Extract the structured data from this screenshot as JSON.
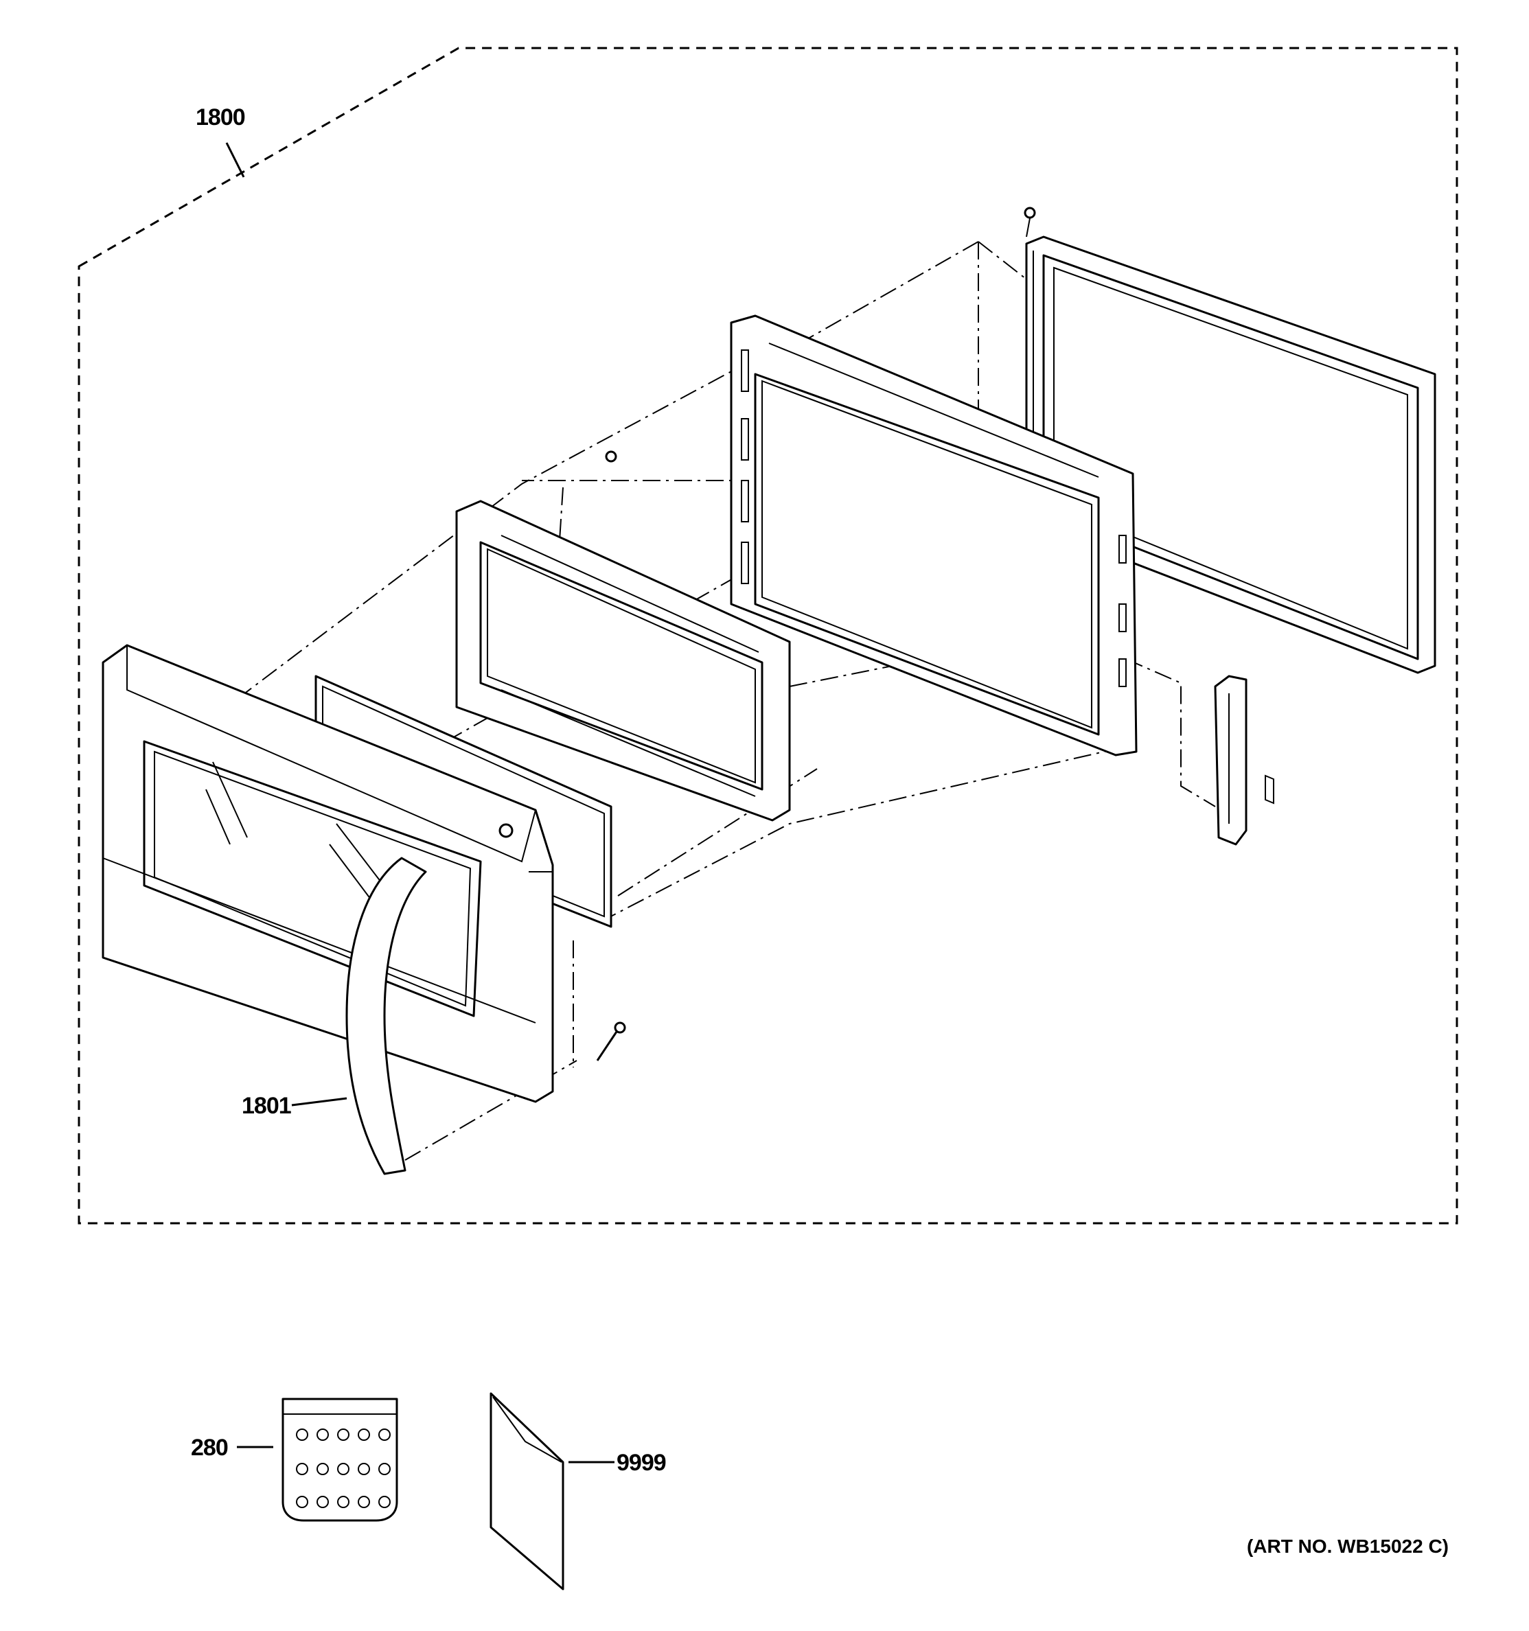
{
  "callouts": {
    "assembly": "1800",
    "handle": "1801",
    "screws_pack": "280",
    "manual": "9999"
  },
  "art_number": "(ART NO. WB15022 C)"
}
